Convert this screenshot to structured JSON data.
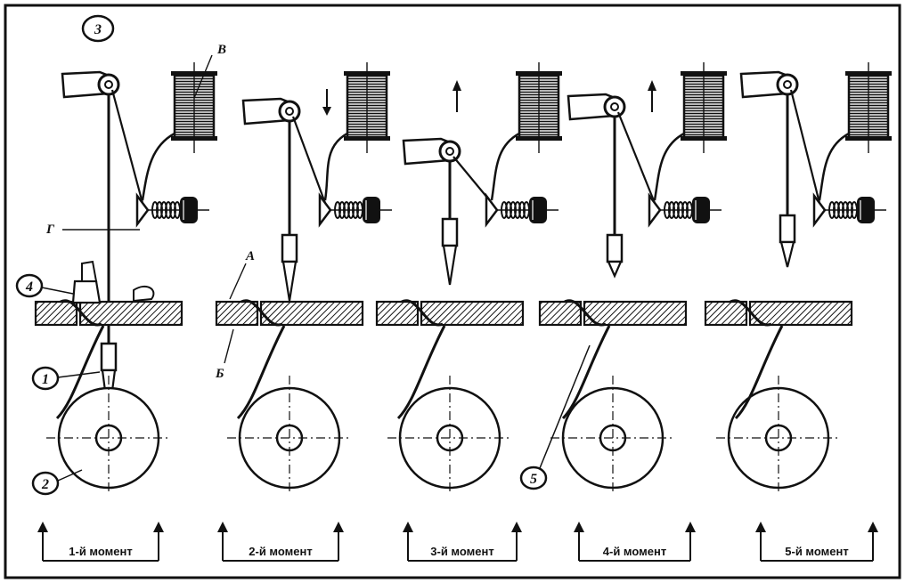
{
  "stages": [
    {
      "caption": "1-й момент",
      "direction": "none"
    },
    {
      "caption": "2-й момент",
      "direction": "down"
    },
    {
      "caption": "3-й момент",
      "direction": "up"
    },
    {
      "caption": "4-й момент",
      "direction": "up"
    },
    {
      "caption": "5-й момент",
      "direction": "none"
    }
  ],
  "callouts": {
    "c1": "1",
    "c2": "2",
    "c3": "3",
    "c4": "4",
    "c5": "5"
  },
  "letters": {
    "a": "А",
    "b": "Б",
    "v": "В",
    "g": "Г"
  },
  "colors": {
    "ink": "#111111",
    "paper": "#ffffff"
  }
}
